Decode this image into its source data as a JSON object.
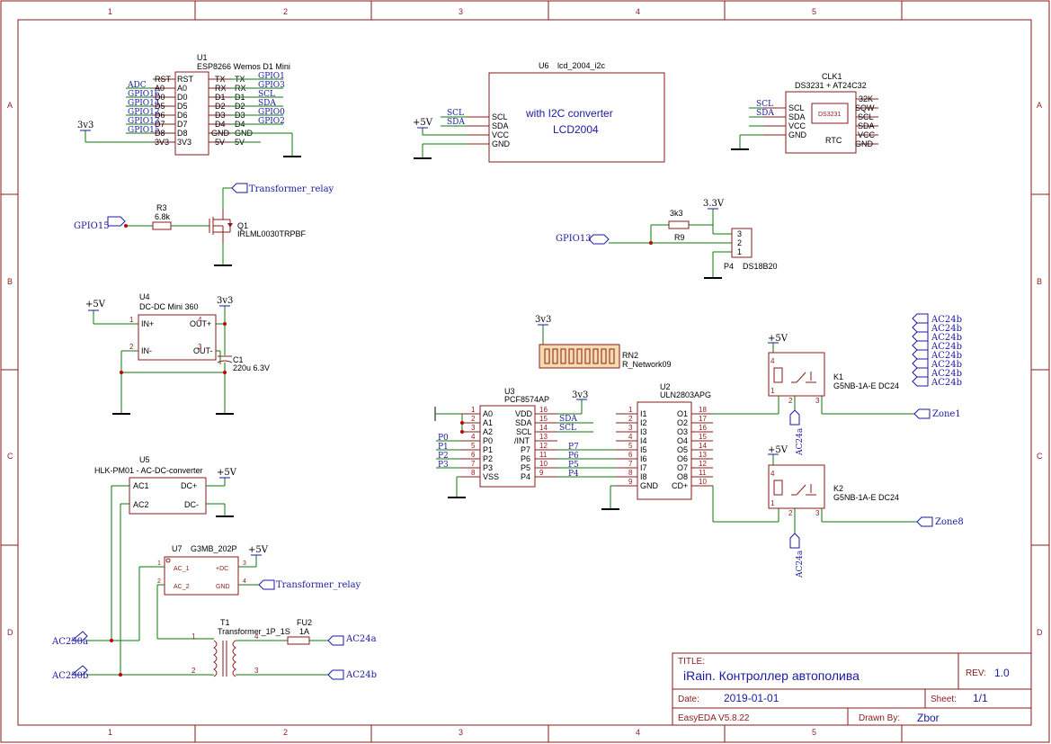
{
  "frame": {
    "col_labels": [
      "1",
      "2",
      "3",
      "4",
      "5"
    ],
    "row_labels": [
      "A",
      "B",
      "C",
      "D"
    ]
  },
  "title_block": {
    "title_label": "TITLE:",
    "title": "iRain. Контроллер автополива",
    "rev_label": "REV:",
    "rev": "1.0",
    "date_label": "Date:",
    "date": "2019-01-01",
    "sheet_label": "Sheet:",
    "sheet": "1/1",
    "tool": "EasyEDA V5.8.22",
    "drawn_label": "Drawn By:",
    "drawn": "Zbor"
  },
  "u1": {
    "ref": "U1",
    "name": "ESP8266 Wemos D1 Mini",
    "left_pins": [
      "RST",
      "A0",
      "D0",
      "D5",
      "D6",
      "D7",
      "D8",
      "3V3"
    ],
    "right_pins": [
      "TX",
      "RX",
      "D1",
      "D2",
      "D3",
      "D4",
      "GND",
      "5V"
    ],
    "left_nets": [
      "RST",
      "ADC",
      "GPIO16",
      "GPIO14",
      "GPIO12",
      "GPIO13",
      "GPIO15"
    ],
    "right_nets": [
      "GPIO1",
      "GPIO3",
      "SCL",
      "SDA",
      "GPIO0",
      "GPIO2"
    ],
    "power": "3v3"
  },
  "u6": {
    "ref": "U6",
    "name": "lcd_2004_i2c",
    "line1": "with I2C converter",
    "line2": "LCD2004",
    "pins": [
      "SCL",
      "SDA",
      "VCC",
      "GND"
    ],
    "nets": [
      "SCL",
      "SDA"
    ],
    "power": "+5V"
  },
  "clk1": {
    "ref": "CLK1",
    "name": "DS3231 + AT24C32",
    "chip": "DS3231",
    "rtc": "RTC",
    "left_pins": [
      "SCL",
      "SDA",
      "VCC",
      "GND"
    ],
    "right_pins": [
      "32K",
      "SQW",
      "SCL",
      "SDA",
      "VCC",
      "GND"
    ],
    "nets": [
      "SCL",
      "SDA"
    ]
  },
  "q1": {
    "ref": "Q1",
    "name": "IRLML0030TRPBF",
    "r_ref": "R3",
    "r_val": "6.8k",
    "in_net": "GPIO15",
    "out_net": "Transformer_relay"
  },
  "p4": {
    "ref": "P4",
    "name": "DS18B20",
    "r_ref": "R9",
    "r_val": "3k3",
    "power": "3.3V",
    "net": "GPIO13",
    "pins": [
      "3",
      "2",
      "1"
    ]
  },
  "u4": {
    "ref": "U4",
    "name": "DC-DC Mini 360",
    "pins": [
      "IN+",
      "IN-",
      "OUT+",
      "OUT-"
    ],
    "pin_nums": [
      "1",
      "2",
      "4",
      "3"
    ],
    "power_in": "+5V",
    "power_out": "3v3",
    "c_ref": "C1",
    "c_val": "220u 6.3V"
  },
  "rn2": {
    "ref": "RN2",
    "name": "R_Network09",
    "power": "3v3"
  },
  "u3": {
    "ref": "U3",
    "name": "PCF8574AP",
    "left_pins": [
      "A0",
      "A1",
      "A2",
      "P0",
      "P1",
      "P2",
      "P3",
      "VSS"
    ],
    "left_nums": [
      "1",
      "2",
      "3",
      "4",
      "5",
      "6",
      "7",
      "8"
    ],
    "right_pins": [
      "VDD",
      "SDA",
      "SCL",
      "/INT",
      "P7",
      "P6",
      "P5",
      "P4"
    ],
    "right_nums": [
      "16",
      "15",
      "14",
      "13",
      "12",
      "11",
      "10",
      "9"
    ],
    "left_nets": [
      "P0",
      "P1",
      "P2",
      "P3"
    ],
    "right_nets": [
      "SDA",
      "SCL",
      "P7",
      "P6",
      "P5",
      "P4"
    ],
    "power": "3v3"
  },
  "u2": {
    "ref": "U2",
    "name": "ULN2803APG",
    "left_pins": [
      "I1",
      "I2",
      "I3",
      "I4",
      "I5",
      "I6",
      "I7",
      "I8",
      "GND"
    ],
    "left_nums": [
      "1",
      "2",
      "3",
      "4",
      "5",
      "6",
      "7",
      "8",
      "9"
    ],
    "right_pins": [
      "O1",
      "O2",
      "O3",
      "O4",
      "O5",
      "O6",
      "O7",
      "O8",
      "CD+"
    ],
    "right_nums": [
      "18",
      "17",
      "16",
      "15",
      "14",
      "13",
      "12",
      "11",
      "10"
    ]
  },
  "k1": {
    "ref": "K1",
    "name": "G5NB-1A-E DC24",
    "power": "+5V",
    "net_in": "AC24a",
    "net_out": "Zone1",
    "pins": [
      "4",
      "1",
      "2",
      "3"
    ]
  },
  "k2": {
    "ref": "K2",
    "name": "G5NB-1A-E DC24",
    "power": "+5V",
    "net_in": "AC24a",
    "net_out": "Zone8",
    "pins": [
      "4",
      "1",
      "2",
      "3"
    ]
  },
  "ac24b_flags": [
    "AC24b",
    "AC24b",
    "AC24b",
    "AC24b",
    "AC24b",
    "AC24b",
    "AC24b",
    "AC24b"
  ],
  "u5": {
    "ref": "U5",
    "name": "HLK-PM01 - AC-DC-converter",
    "pins": [
      "AC1",
      "AC2",
      "DC+",
      "DC-"
    ],
    "power": "+5V"
  },
  "u7": {
    "ref": "U7",
    "name": "G3MB_202P",
    "pins": [
      "AC_1",
      "AC_2",
      "+DC",
      "GND"
    ],
    "pin_nums": [
      "1",
      "2",
      "3",
      "4"
    ],
    "power": "+5V",
    "net": "Transformer_relay"
  },
  "t1": {
    "ref": "T1",
    "name": "Transformer_1P_1S",
    "fu_ref": "FU2",
    "fu_val": "1A",
    "pins": [
      "1",
      "2",
      "4",
      "3"
    ],
    "net_a": "AC24a",
    "net_b": "AC24b",
    "ac230a": "AC230a",
    "ac230b": "AC230b"
  }
}
